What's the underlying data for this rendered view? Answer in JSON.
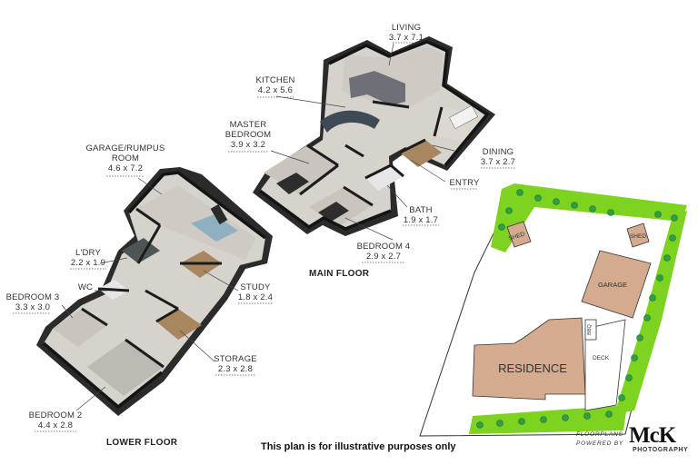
{
  "floors": {
    "main": "MAIN FLOOR",
    "lower": "LOWER FLOOR"
  },
  "rooms": {
    "living": {
      "name": "LIVING",
      "dims": "3.7 x 7.1"
    },
    "kitchen": {
      "name": "KITCHEN",
      "dims": "4.2 x 5.6"
    },
    "master_bedroom": {
      "name_line1": "MASTER",
      "name_line2": "BEDROOM",
      "dims": "3.9 x 3.2"
    },
    "dining": {
      "name": "DINING",
      "dims": "3.7 x 2.7"
    },
    "entry": {
      "name": "ENTRY"
    },
    "bath": {
      "name": "BATH",
      "dims": "1.9 x 1.7"
    },
    "bedroom4": {
      "name": "BEDROOM 4",
      "dims": "2.9 x 2.7"
    },
    "garage_rumpus": {
      "name_line1": "GARAGE/RUMPUS",
      "name_line2": "ROOM",
      "dims": "4.6 x 7.2"
    },
    "laundry": {
      "name": "L'DRY",
      "dims": "2.2 x 1.9"
    },
    "wc": {
      "name": "WC"
    },
    "bedroom3": {
      "name": "BEDROOM 3",
      "dims": "3.3 x 3.0"
    },
    "study": {
      "name": "STUDY",
      "dims": "1.8 x 2.4"
    },
    "storage": {
      "name": "STORAGE",
      "dims": "2.3 x 2.8"
    },
    "bedroom2": {
      "name": "BEDROOM 2",
      "dims": "4.4 x 2.8"
    }
  },
  "site": {
    "residence": "RESIDENCE",
    "garage": "GARAGE",
    "shed_left": "SHED",
    "shed_right": "SHED",
    "deck": "DECK",
    "bbq": "BBQ"
  },
  "disclaimer": "This plan is for illustrative purposes only",
  "branding": {
    "line1": "FLOORPLANS",
    "line2": "POWERED BY",
    "logo": "McK",
    "photography": "PHOTOGRAPHY"
  },
  "colors": {
    "wall": "#1c1c1c",
    "floor_light": "#d9d6d0",
    "floor_wood": "#a8865f",
    "floor_tile": "#c9c9c9",
    "lawn": "#7ed321",
    "building": "#d4ab8e",
    "shed": "#d4ab8e"
  }
}
